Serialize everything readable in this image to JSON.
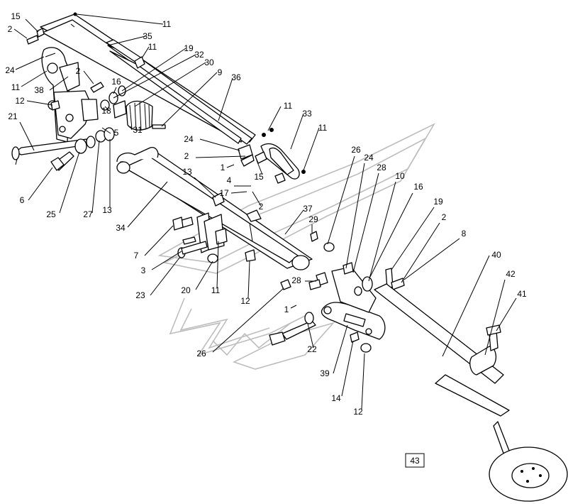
{
  "diagram": {
    "callouts": [
      {
        "id": "c15a",
        "label": "15"
      },
      {
        "id": "c2a",
        "label": "2"
      },
      {
        "id": "c11a",
        "label": "11"
      },
      {
        "id": "c35",
        "label": "35"
      },
      {
        "id": "c11b",
        "label": "11"
      },
      {
        "id": "c24a",
        "label": "24"
      },
      {
        "id": "c19a",
        "label": "19"
      },
      {
        "id": "c32",
        "label": "32"
      },
      {
        "id": "c30",
        "label": "30"
      },
      {
        "id": "c9",
        "label": "9"
      },
      {
        "id": "c2b",
        "label": "2"
      },
      {
        "id": "c36",
        "label": "36"
      },
      {
        "id": "c11c",
        "label": "11"
      },
      {
        "id": "c16a",
        "label": "16"
      },
      {
        "id": "c38",
        "label": "38"
      },
      {
        "id": "c12a",
        "label": "12"
      },
      {
        "id": "c18",
        "label": "18"
      },
      {
        "id": "c21",
        "label": "21"
      },
      {
        "id": "c31",
        "label": "31"
      },
      {
        "id": "c5",
        "label": "5"
      },
      {
        "id": "c11d",
        "label": "11"
      },
      {
        "id": "c33",
        "label": "33"
      },
      {
        "id": "c11e",
        "label": "11"
      },
      {
        "id": "c24b",
        "label": "24"
      },
      {
        "id": "c2c",
        "label": "2"
      },
      {
        "id": "c1a",
        "label": "1"
      },
      {
        "id": "c15b",
        "label": "15"
      },
      {
        "id": "c26a",
        "label": "26"
      },
      {
        "id": "c24c",
        "label": "24"
      },
      {
        "id": "c28a",
        "label": "28"
      },
      {
        "id": "c10",
        "label": "10"
      },
      {
        "id": "c16b",
        "label": "16"
      },
      {
        "id": "c13a",
        "label": "13"
      },
      {
        "id": "c4",
        "label": "4"
      },
      {
        "id": "c17",
        "label": "17"
      },
      {
        "id": "c2d",
        "label": "2"
      },
      {
        "id": "c6",
        "label": "6"
      },
      {
        "id": "c25",
        "label": "25"
      },
      {
        "id": "c27",
        "label": "27"
      },
      {
        "id": "c13b",
        "label": "13"
      },
      {
        "id": "c34",
        "label": "34"
      },
      {
        "id": "c37",
        "label": "37"
      },
      {
        "id": "c29",
        "label": "29"
      },
      {
        "id": "c19b",
        "label": "19"
      },
      {
        "id": "c2e",
        "label": "2"
      },
      {
        "id": "c8",
        "label": "8"
      },
      {
        "id": "c7",
        "label": "7"
      },
      {
        "id": "c3",
        "label": "3"
      },
      {
        "id": "c23",
        "label": "23"
      },
      {
        "id": "c20",
        "label": "20"
      },
      {
        "id": "c11f",
        "label": "11"
      },
      {
        "id": "c12b",
        "label": "12"
      },
      {
        "id": "c28b",
        "label": "28"
      },
      {
        "id": "c1b",
        "label": "1"
      },
      {
        "id": "c40",
        "label": "40"
      },
      {
        "id": "c42",
        "label": "42"
      },
      {
        "id": "c41",
        "label": "41"
      },
      {
        "id": "c26b",
        "label": "26"
      },
      {
        "id": "c22",
        "label": "22"
      },
      {
        "id": "c39",
        "label": "39"
      },
      {
        "id": "c14",
        "label": "14"
      },
      {
        "id": "c12c",
        "label": "12"
      }
    ],
    "boxed_callout": {
      "label": "43"
    }
  }
}
